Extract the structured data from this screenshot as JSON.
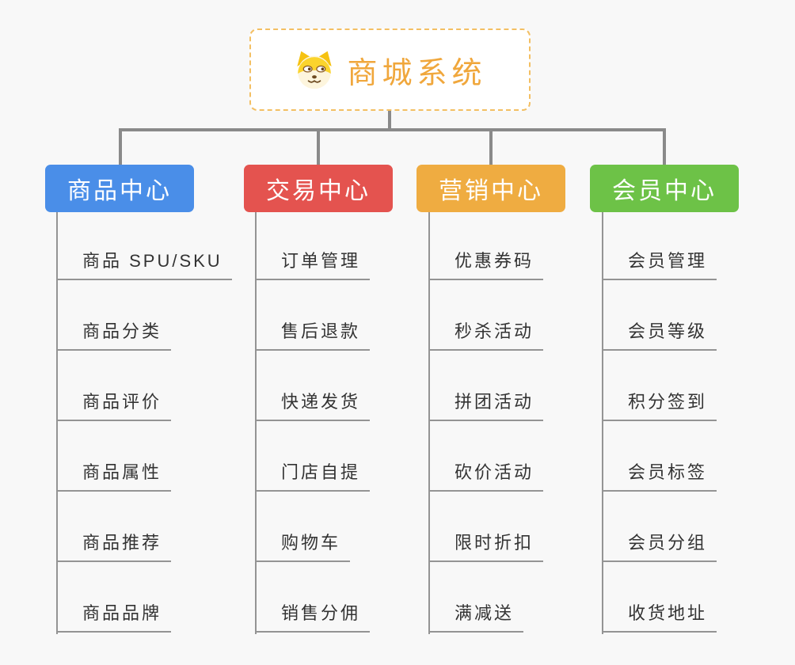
{
  "canvas": {
    "background_color": "#f8f8f8",
    "connector_color": "#8a8a8a",
    "leaf_line_color": "#949494",
    "leaf_text_color": "#333333"
  },
  "root": {
    "label": "商城系统",
    "icon": "dog-face-icon",
    "text_color": "#f0a73c",
    "border_color": "#f3bf63",
    "background": "#ffffff"
  },
  "branches": [
    {
      "label": "商品中心",
      "color": "#4a8ee8",
      "items": [
        "商品 SPU/SKU",
        "商品分类",
        "商品评价",
        "商品属性",
        "商品推荐",
        "商品品牌"
      ]
    },
    {
      "label": "交易中心",
      "color": "#e4534f",
      "items": [
        "订单管理",
        "售后退款",
        "快递发货",
        "门店自提",
        "购物车",
        "销售分佣"
      ]
    },
    {
      "label": "营销中心",
      "color": "#efac41",
      "items": [
        "优惠券码",
        "秒杀活动",
        "拼团活动",
        "砍价活动",
        "限时折扣",
        "满减送"
      ]
    },
    {
      "label": "会员中心",
      "color": "#6dc247",
      "items": [
        "会员管理",
        "会员等级",
        "积分签到",
        "会员标签",
        "会员分组",
        "收货地址"
      ]
    }
  ]
}
